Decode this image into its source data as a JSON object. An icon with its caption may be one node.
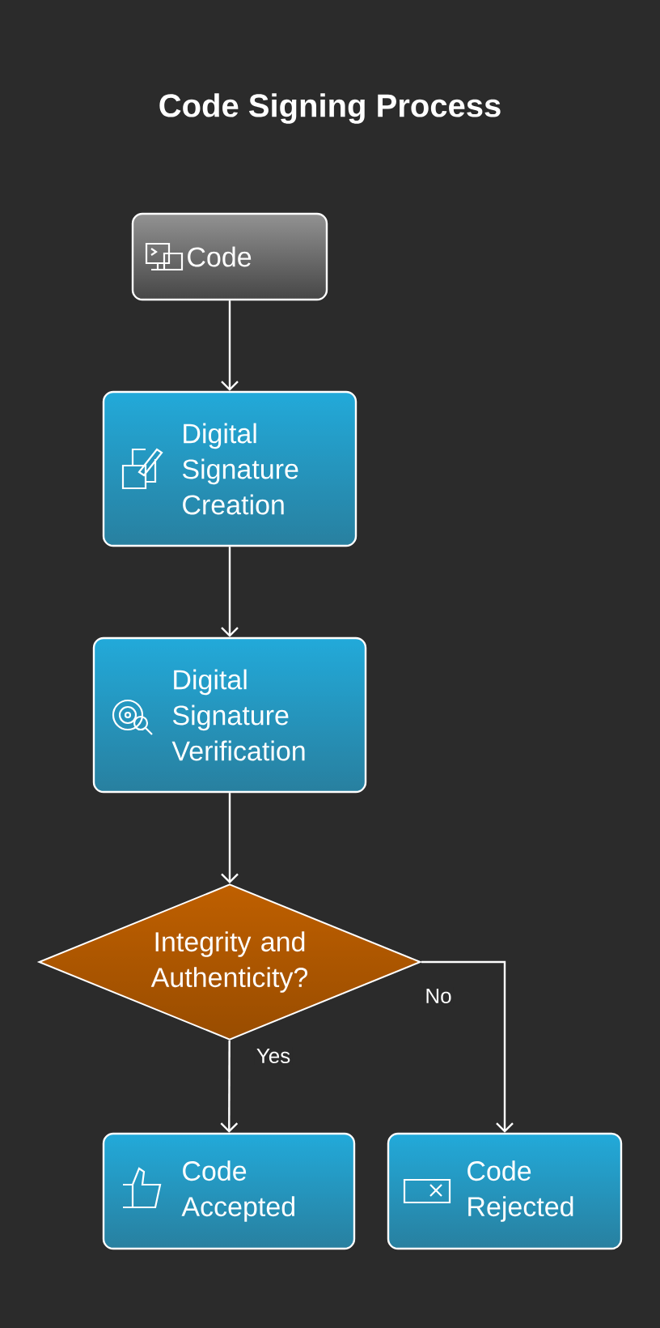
{
  "diagram": {
    "title": "Code Signing Process",
    "nodes": [
      {
        "text": [
          "Code"
        ]
      },
      {
        "text": [
          "Digital Signature Creation"
        ]
      },
      {
        "text": [
          "Digital Signature Verification"
        ]
      },
      {
        "text": [
          "Integrity and Authenticity?"
        ]
      },
      {
        "text": [
          "Code Accepted"
        ]
      },
      {
        "text": [
          "Code Rejected"
        ]
      }
    ],
    "edges": [
      {
        "from": 0,
        "to": 1,
        "arrow": "to"
      },
      {
        "from": 1,
        "to": 2,
        "arrow": "to"
      },
      {
        "from": 2,
        "to": 3,
        "arrow": "to"
      },
      {
        "from": 3,
        "to": 4,
        "arrow": "to",
        "label": "Yes"
      },
      {
        "from": 3,
        "to": 5,
        "arrow": "to",
        "label": "No"
      }
    ]
  }
}
